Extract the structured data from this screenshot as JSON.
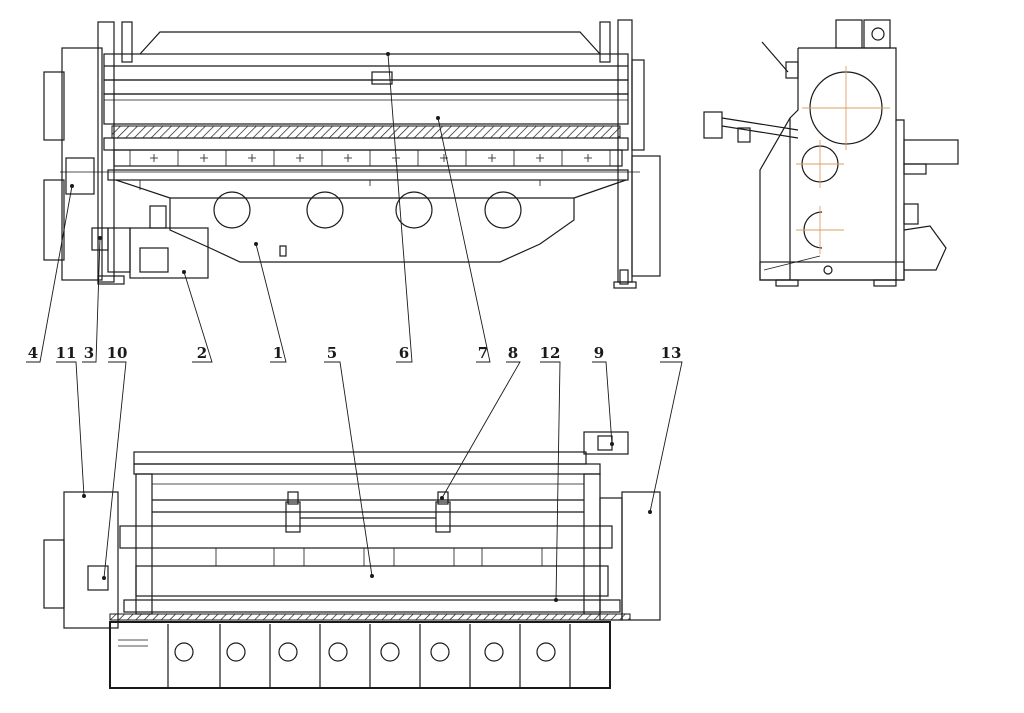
{
  "callouts": [
    {
      "id": "4",
      "label": "4"
    },
    {
      "id": "11",
      "label": "11"
    },
    {
      "id": "3",
      "label": "3"
    },
    {
      "id": "10",
      "label": "10"
    },
    {
      "id": "2",
      "label": "2"
    },
    {
      "id": "1",
      "label": "1"
    },
    {
      "id": "5",
      "label": "5"
    },
    {
      "id": "6",
      "label": "6"
    },
    {
      "id": "7",
      "label": "7"
    },
    {
      "id": "8",
      "label": "8"
    },
    {
      "id": "12",
      "label": "12"
    },
    {
      "id": "9",
      "label": "9"
    },
    {
      "id": "13",
      "label": "13"
    }
  ],
  "colors": {
    "lines": "#1a1a1a",
    "centerlines": "#d9a066",
    "background": "#ffffff"
  }
}
